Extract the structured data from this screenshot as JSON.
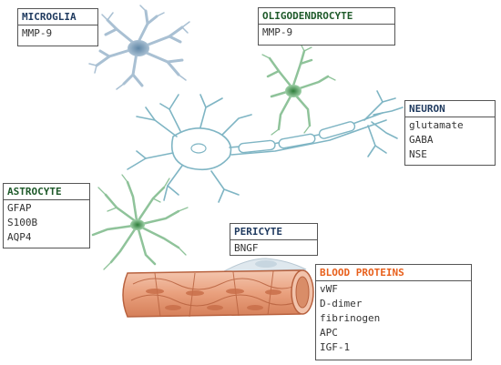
{
  "colors": {
    "microglia_header": "#1f3a5f",
    "oligodendrocyte_header": "#1e5a2a",
    "neuron_header": "#1f3a5f",
    "astrocyte_header": "#1e5a2a",
    "pericyte_header": "#1f3a5f",
    "blood_header": "#e8601c",
    "microglia_cell": "#a9c0d3",
    "neuron_outline": "#7fb5c4",
    "glia_green": "#8fc39a",
    "vessel_fill": "#e9a98b",
    "vessel_stroke": "#b8623f"
  },
  "labels": {
    "microglia": {
      "title": "MICROGLIA",
      "items": [
        "MMP-9"
      ]
    },
    "oligodendrocyte": {
      "title": "OLIGODENDROCYTE",
      "items": [
        "MMP-9"
      ]
    },
    "neuron": {
      "title": "NEURON",
      "items": [
        "glutamate",
        "GABA",
        "NSE"
      ]
    },
    "astrocyte": {
      "title": "ASTROCYTE",
      "items": [
        "GFAP",
        "S100B",
        "AQP4"
      ]
    },
    "pericyte": {
      "title": "PERICYTE",
      "items": [
        "BNGF"
      ]
    },
    "blood_proteins": {
      "title": "BLOOD PROTEINS",
      "items": [
        "vWF",
        "D-dimer",
        "fibrinogen",
        "APC",
        "IGF-1"
      ]
    }
  },
  "icons": {
    "microglia": "microglia-cell-icon",
    "oligodendrocyte": "oligodendrocyte-cell-icon",
    "neuron": "neuron-cell-icon",
    "astrocyte": "astrocyte-cell-icon",
    "pericyte": "pericyte-cell-icon",
    "vessel": "blood-vessel-icon"
  }
}
